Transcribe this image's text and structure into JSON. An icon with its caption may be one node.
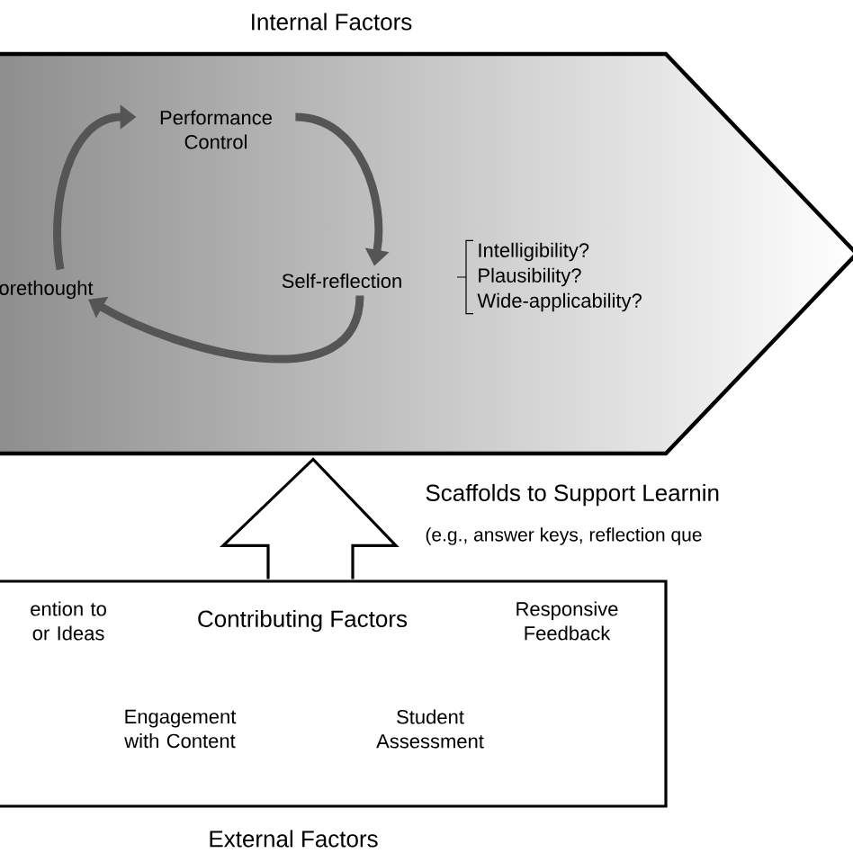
{
  "diagram": {
    "nodes": [
      {
        "text": [
          "Internal Factors"
        ]
      },
      {
        "text": [
          "Performance Control"
        ],
        "in": 0
      },
      {
        "text": [
          "Self-reflection"
        ],
        "in": 0
      },
      {
        "text": [
          "orethought"
        ],
        "in": 0
      },
      {
        "text": [
          "Intelligibility?",
          "Plausibility?",
          "Wide-applicability?"
        ],
        "in": 0
      },
      {
        "text": [
          "ention to or Ideas",
          "Contributing Factors",
          "Responsive Feedback",
          "Engagement with Content",
          "Student Assessment",
          "External Factors"
        ]
      }
    ],
    "edges": [
      {
        "from": 3,
        "to": 1,
        "arrow": "to"
      },
      {
        "from": 1,
        "to": 2,
        "arrow": "to"
      },
      {
        "from": 2,
        "to": 3,
        "arrow": "to"
      },
      {
        "from": 5,
        "to": 0,
        "arrow": "to",
        "style": "thick"
      }
    ],
    "labels": [
      "Scaffolds to Support Learnin",
      "(e.g., answer keys, reflection que"
    ]
  }
}
